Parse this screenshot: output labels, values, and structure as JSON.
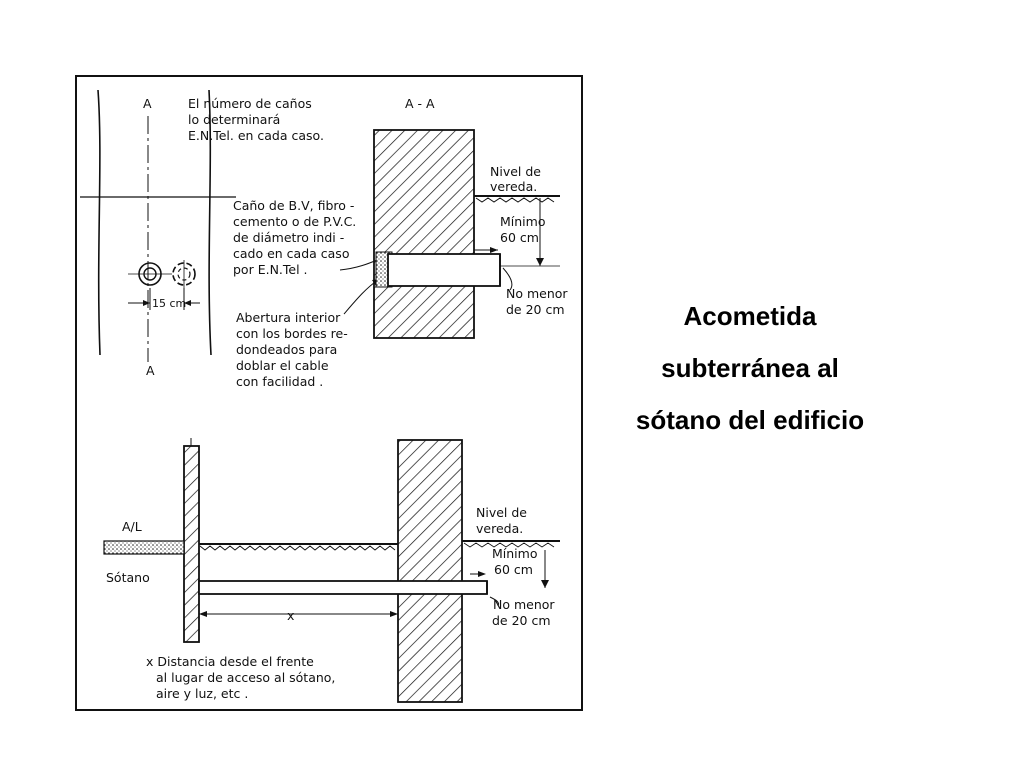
{
  "figure": {
    "top": {
      "section_label": "A",
      "section_label_bottom": "A",
      "section_title": "A - A",
      "note_lines": [
        "El número de caños",
        "lo determinará",
        "E.N.Tel. en cada caso."
      ],
      "pipe_lines": [
        "Caño de B.V, fibro -",
        "cemento o de P.V.C.",
        "de diámetro indi -",
        "cado en cada caso",
        "por  E.N.Tel ."
      ],
      "opening_lines": [
        "Abertura interior",
        "con los bordes re-",
        "dondeados para",
        "doblar el cable",
        "con facilidad ."
      ],
      "spacing": "15 cm",
      "level_lines": [
        "Nivel de",
        "vereda."
      ],
      "minimum_lines": [
        "Mínimo",
        "60 cm"
      ],
      "no_less_lines": [
        "No menor",
        "de 20 cm"
      ]
    },
    "bottom": {
      "line_label": "A/L",
      "basement": "Sótano",
      "distance_mark": "x",
      "level_lines": [
        "Nivel de",
        "vereda."
      ],
      "minimum_lines": [
        "Mínimo",
        "60 cm"
      ],
      "no_less_lines": [
        "No menor",
        "de 20 cm"
      ],
      "note_lines": [
        "x  Distancia desde el frente",
        "al lugar de acceso al sótano,",
        "aire y luz, etc ."
      ]
    }
  },
  "caption_lines": [
    "Acometida",
    "subterránea al",
    "sótano del edificio"
  ]
}
